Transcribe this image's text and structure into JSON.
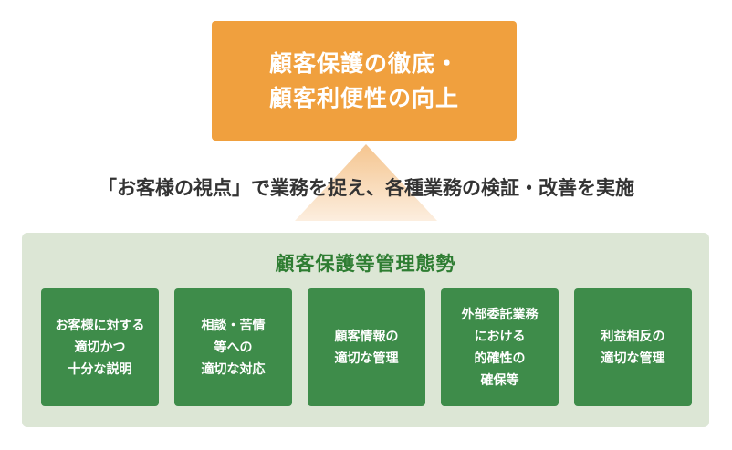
{
  "colors": {
    "top_box": "#F0A03E",
    "arrow_top": "#F5C58F",
    "arrow_bottom": "#FCEEDF",
    "panel_bg": "#DCE6D5",
    "panel_title": "#2E7D32",
    "card_bg": "#3E8C4A"
  },
  "goal": {
    "line1": "顧客保護の徹底・",
    "line2": "顧客利便性の向上"
  },
  "slogan": "「お客様の視点」で業務を捉え、各種業務の検証・改善を実施",
  "framework": {
    "title": "顧客保護等管理態勢",
    "items": [
      {
        "lines": [
          "お客様に対する",
          "適切かつ",
          "十分な説明"
        ]
      },
      {
        "lines": [
          "相談・苦情",
          "等への",
          "適切な対応"
        ]
      },
      {
        "lines": [
          "顧客情報の",
          "適切な管理"
        ]
      },
      {
        "lines": [
          "外部委託業務",
          "における",
          "的確性の",
          "確保等"
        ]
      },
      {
        "lines": [
          "利益相反の",
          "適切な管理"
        ]
      }
    ]
  }
}
